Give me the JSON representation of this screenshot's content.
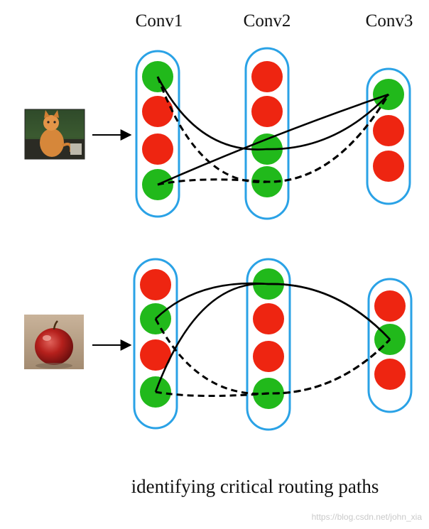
{
  "layers": [
    "Conv1",
    "Conv2",
    "Conv3"
  ],
  "caption": "identifying critical routing paths",
  "watermark": "https://blog.csdn.net/john_xia",
  "colors": {
    "active": "#21b91b",
    "inactive": "#ee2511",
    "column_border": "#2aa2e6",
    "edge": "#000000"
  },
  "inputs": [
    {
      "icon": "cat-photo-icon"
    },
    {
      "icon": "apple-photo-icon"
    }
  ],
  "panels": [
    {
      "conv1": [
        "active",
        "inactive",
        "inactive",
        "active"
      ],
      "conv2": [
        "inactive",
        "inactive",
        "active",
        "active"
      ],
      "conv3": [
        "active",
        "inactive",
        "inactive"
      ],
      "solid_paths": [
        {
          "from": [
            "conv1",
            0
          ],
          "via": [
            "conv2",
            2
          ],
          "to": [
            "conv3",
            0
          ]
        },
        {
          "from": [
            "conv1",
            3
          ],
          "to": [
            "conv3",
            0
          ]
        }
      ],
      "dashed_paths": [
        {
          "from": [
            "conv1",
            0
          ],
          "via": [
            "conv2",
            3
          ],
          "to": [
            "conv3",
            0
          ]
        },
        {
          "from": [
            "conv1",
            3
          ],
          "via": [
            "conv2",
            3
          ],
          "to": [
            "conv3",
            0
          ]
        }
      ]
    },
    {
      "conv1": [
        "inactive",
        "active",
        "inactive",
        "active"
      ],
      "conv2": [
        "active",
        "inactive",
        "inactive",
        "active"
      ],
      "conv3": [
        "inactive",
        "active",
        "inactive"
      ],
      "solid_paths": [
        {
          "from": [
            "conv1",
            1
          ],
          "via": [
            "conv2",
            0
          ],
          "to": [
            "conv3",
            1
          ]
        },
        {
          "from": [
            "conv1",
            3
          ],
          "via": [
            "conv2",
            0
          ],
          "to": [
            "conv3",
            1
          ]
        }
      ],
      "dashed_paths": [
        {
          "from": [
            "conv1",
            1
          ],
          "via": [
            "conv2",
            3
          ],
          "to": [
            "conv3",
            1
          ]
        },
        {
          "from": [
            "conv1",
            3
          ],
          "via": [
            "conv2",
            3
          ],
          "to": [
            "conv3",
            1
          ]
        }
      ]
    }
  ]
}
